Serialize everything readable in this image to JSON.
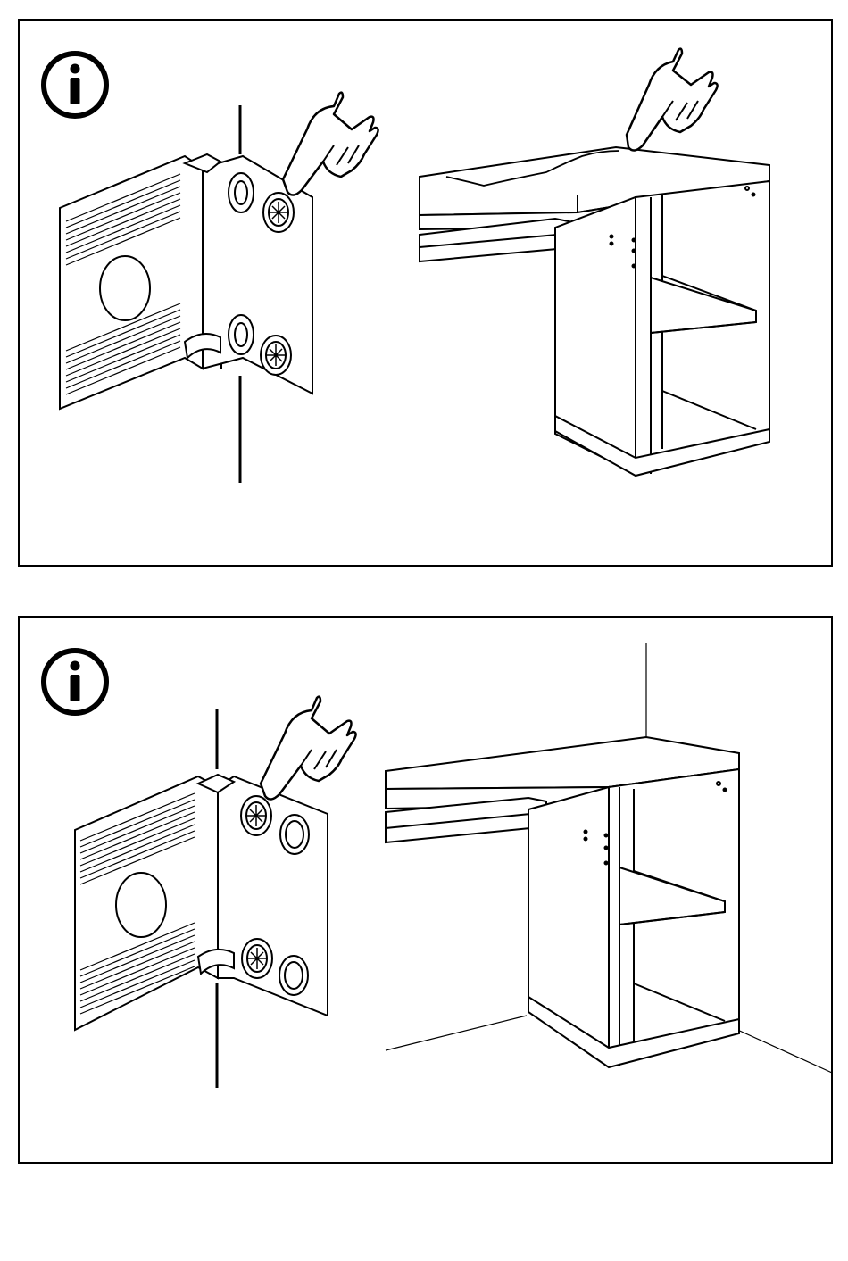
{
  "document": {
    "page": "assembly-instruction-page",
    "panels": [
      {
        "id": "panel-1",
        "icon": "info-icon",
        "illustrations": [
          "corner-bracket-left-hinge",
          "pointing-hand-icon",
          "desk-with-cable-on-top",
          "pointing-hand-icon"
        ]
      },
      {
        "id": "panel-2",
        "icon": "info-icon",
        "illustrations": [
          "corner-bracket-right-hinge",
          "pointing-hand-icon",
          "desk-against-wall-corner"
        ]
      }
    ]
  }
}
